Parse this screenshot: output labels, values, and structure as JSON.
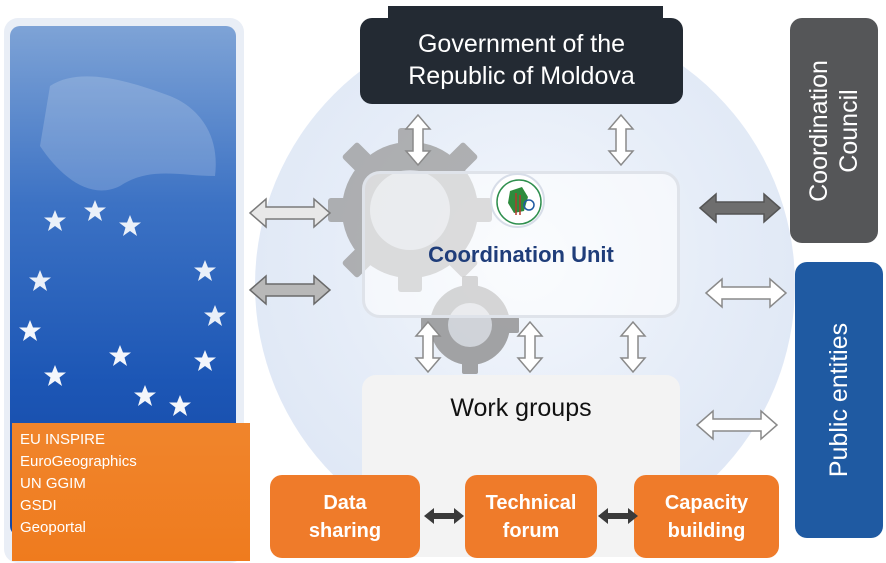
{
  "government": {
    "line1": "Government of the",
    "line2": "Republic of Moldova"
  },
  "coordination_unit": {
    "label": "Coordination Unit"
  },
  "work_groups": {
    "label": "Work groups"
  },
  "subgroups": [
    {
      "line1": "Data",
      "line2": "sharing"
    },
    {
      "line1": "Technical",
      "line2": "forum"
    },
    {
      "line1": "Capacity",
      "line2": "building"
    }
  ],
  "coordination_council": {
    "line1": "Coordination",
    "line2": "Council"
  },
  "public_entities": {
    "label": "Public entities"
  },
  "international": {
    "items": [
      "EU INSPIRE",
      "EuroGeographics",
      "UN GGIM",
      "GSDI",
      "Geoportal"
    ]
  },
  "colors": {
    "government": "#232a33",
    "coordination_unit_text": "#1f3d7a",
    "orange": "#ef7b2a",
    "council": "#555658",
    "public_entities": "#1f5aa2"
  }
}
